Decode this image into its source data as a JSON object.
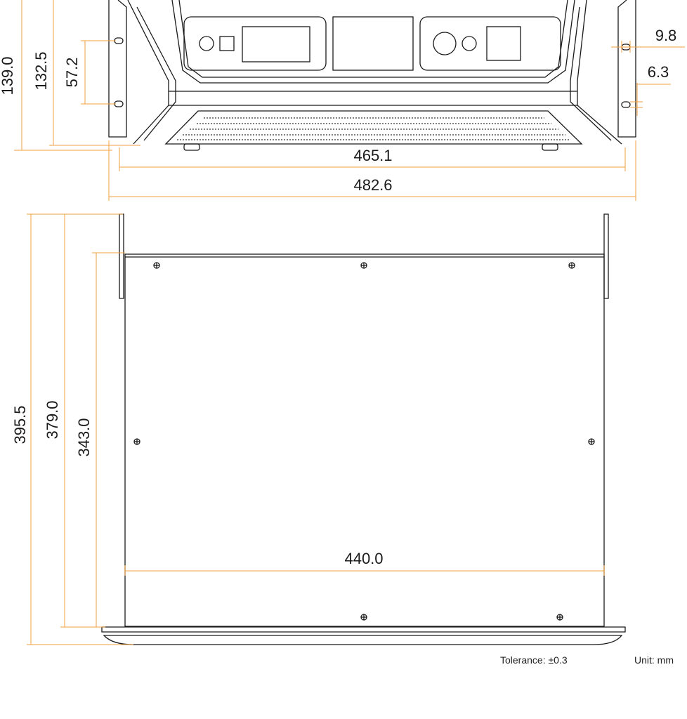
{
  "front_view": {
    "dimensions": {
      "overall_height": "139.0",
      "body_height": "132.5",
      "ear_hole_spacing": "57.2",
      "body_width": "465.1",
      "overall_width": "482.6",
      "hole_offset": "9.8",
      "hole_diameter": "6.3"
    }
  },
  "top_view": {
    "dimensions": {
      "overall_depth": "395.5",
      "body_depth": "379.0",
      "chassis_depth": "343.0",
      "chassis_width": "440.0"
    }
  },
  "notes": {
    "tolerance": "Tolerance: ±0.3",
    "unit": "Unit: mm"
  },
  "colors": {
    "dimension_line": "#f0a040",
    "outline": "#1a1a1a",
    "text": "#1a1a1a"
  }
}
